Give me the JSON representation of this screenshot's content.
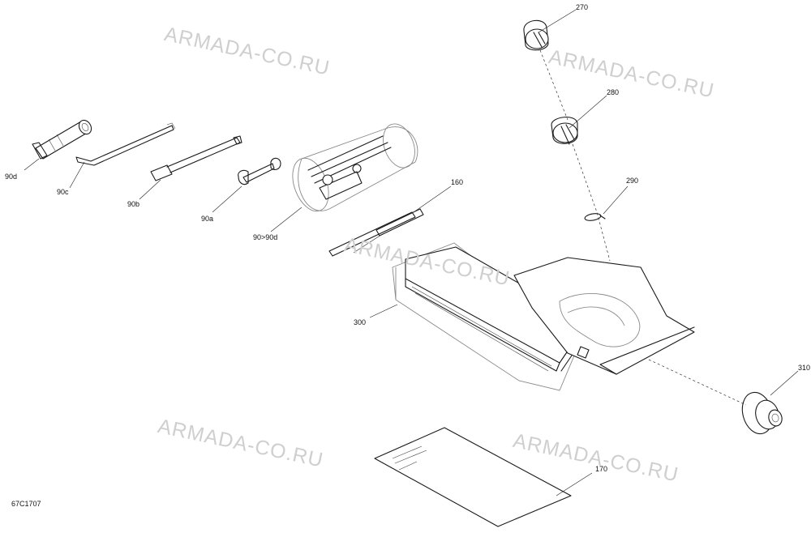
{
  "watermarks": [
    "ARMADA-CO.RU",
    "ARMADA-CO.RU",
    "ARMADA-CO.RU",
    "ARMADA-CO.RU",
    "ARMADA-CO.RU"
  ],
  "document_id": "67C1707",
  "callouts": [
    {
      "label": "270",
      "part": "storage-cap-knob"
    },
    {
      "label": "280",
      "part": "storage-cap-knob"
    },
    {
      "label": "290",
      "part": "clip-ring"
    },
    {
      "label": "160",
      "part": "handle-tool"
    },
    {
      "label": "90d",
      "part": "spark-plug-socket"
    },
    {
      "label": "90c",
      "part": "bent-wrench"
    },
    {
      "label": "90b",
      "part": "extension-bar"
    },
    {
      "label": "90a",
      "part": "open-wrench"
    },
    {
      "label": "90>90d",
      "part": "tool-kit-case"
    },
    {
      "label": "300",
      "part": "storage-box"
    },
    {
      "label": "310",
      "part": "cap-nut"
    },
    {
      "label": "170",
      "part": "operator-manual"
    }
  ]
}
